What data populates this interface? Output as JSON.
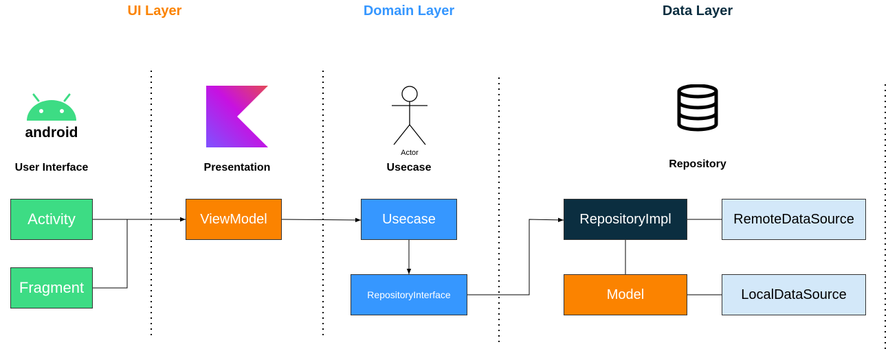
{
  "layers": {
    "ui": {
      "title": "UI Layer",
      "color": "#fb8300"
    },
    "domain": {
      "title": "Domain Layer",
      "color": "#3697ff"
    },
    "data": {
      "title": "Data Layer",
      "color": "#0b2e40"
    }
  },
  "sections": {
    "user_interface": "User Interface",
    "presentation": "Presentation",
    "usecase": "Usecase",
    "repository": "Repository"
  },
  "icons": {
    "android": {
      "name": "android-logo-icon",
      "text": "android",
      "color": "#3ddc84"
    },
    "kotlin": {
      "name": "kotlin-logo-icon"
    },
    "actor": {
      "name": "actor-icon",
      "caption": "Actor"
    },
    "database": {
      "name": "database-icon"
    }
  },
  "nodes": {
    "activity": "Activity",
    "fragment": "Fragment",
    "viewmodel": "ViewModel",
    "usecase": "Usecase",
    "repository_interface": "RepositoryInterface",
    "repository_impl": "RepositoryImpl",
    "model": "Model",
    "remote_data_source": "RemoteDataSource",
    "local_data_source": "LocalDataSource"
  }
}
